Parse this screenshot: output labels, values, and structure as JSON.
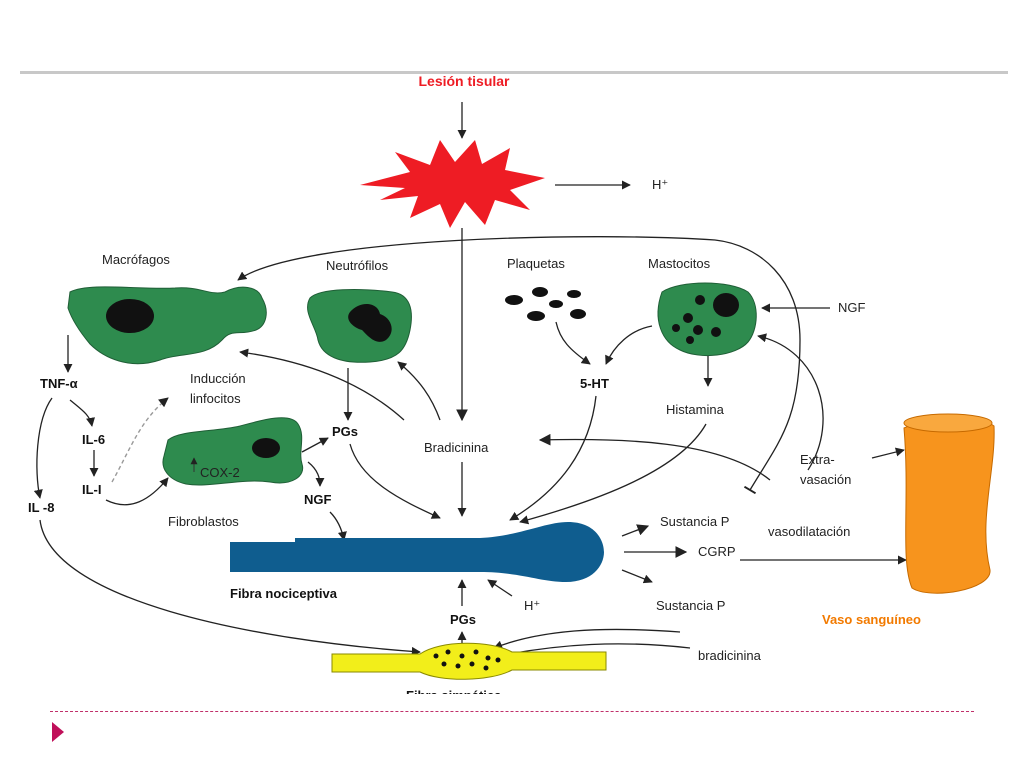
{
  "diagram": {
    "title": "Lesión tisular",
    "labels": {
      "h_plus_top": "H⁺",
      "macrofagos": "Macrófagos",
      "neutrofilos": "Neutrófilos",
      "plaquetas": "Plaquetas",
      "mastocitos": "Mastocitos",
      "ngf_right": "NGF",
      "tnf": "TNF-α",
      "induccion_1": "Inducción",
      "induccion_2": "linfocitos",
      "il6": "IL-6",
      "il1": "IL-I",
      "il8": "IL -8",
      "cox2": "COX-2",
      "fibroblastos": "Fibroblastos",
      "pgs_upper": "PGs",
      "ngf_mid": "NGF",
      "bradicinina": "Bradicinina",
      "serotonin": "5-HT",
      "histamina": "Histamina",
      "extravasacion_1": "Extra-",
      "extravasacion_2": "vasación",
      "sustancia_p_top": "Sustancia P",
      "cgrp": "CGRP",
      "vasodilatacion": "vasodilatación",
      "sustancia_p_bottom": "Sustancia P",
      "fibra_nociceptiva": "Fibra nociceptiva",
      "pgs_lower": "PGs",
      "h_plus_lower": "H⁺",
      "bradicinina_lower": "bradicinina",
      "fibra_simpatica": "Fibra simpática",
      "vaso_sanguineo": "Vaso sanguíneo"
    },
    "colors": {
      "title": "#ee1c24",
      "burst": "#ee1c24",
      "cells": "#2e8b4e",
      "nuclei": "#111111",
      "nociceptive_fiber": "#0f5d8f",
      "sympathetic_fiber": "#f2ee1a",
      "vessel": "#f7941d",
      "vessel_label": "#f27a00",
      "footer": "#c0105a"
    }
  }
}
